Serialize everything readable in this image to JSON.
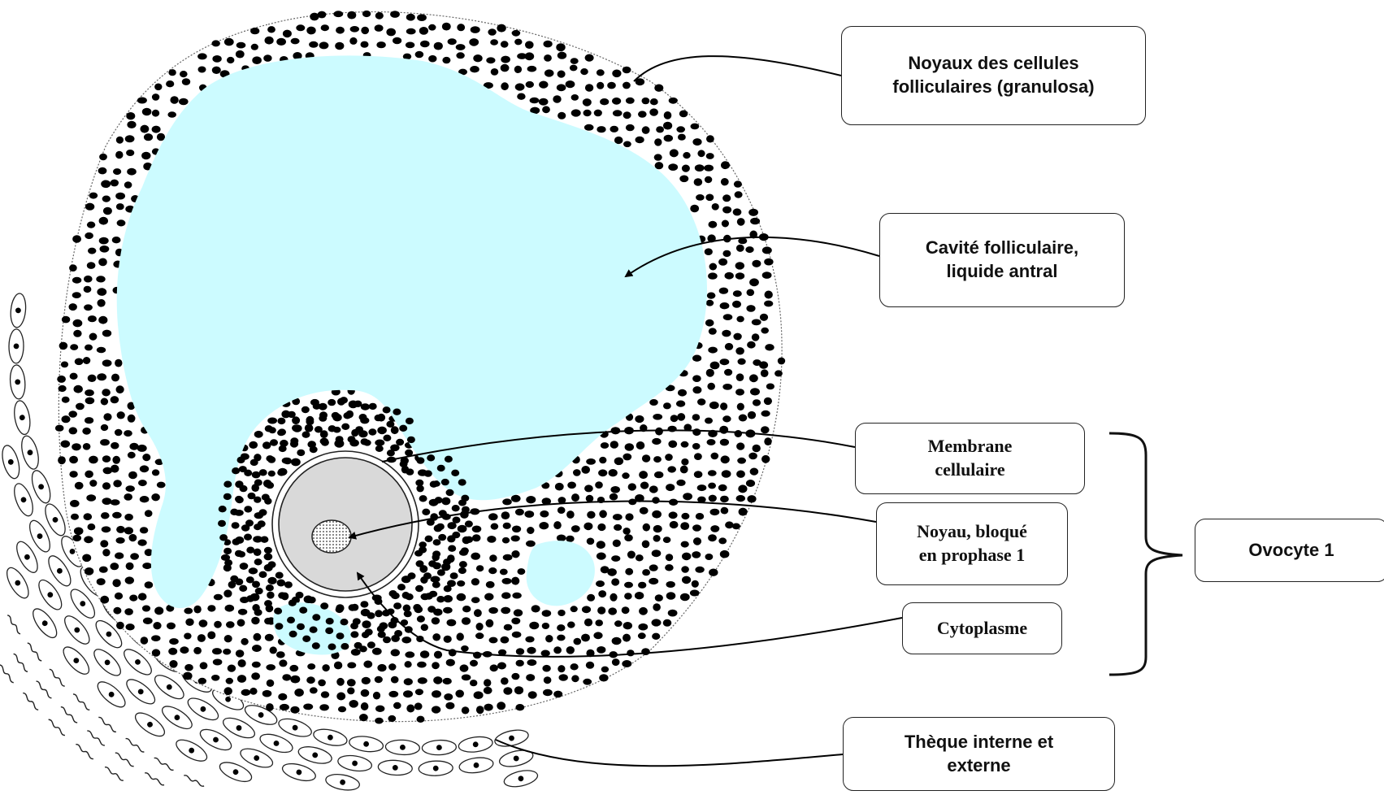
{
  "labels": {
    "granulosa": "Noyaux des cellules\nfolliculaires  (granulosa)",
    "cavity": "Cavité folliculaire,\nliquide antral",
    "membrane": "Membrane\ncellulaire",
    "nucleus": "Noyau, bloqué\nen prophase  1",
    "cytoplasm": "Cytoplasme",
    "oocyte": "Ovocyte 1",
    "theca": "Thèque interne et\nexterne"
  },
  "colors": {
    "antral_fluid": "#ccfbff",
    "granulosa_nuclei": "#000000",
    "oocyte_cytoplasm": "#d9d9d9",
    "outline": "#222222"
  }
}
